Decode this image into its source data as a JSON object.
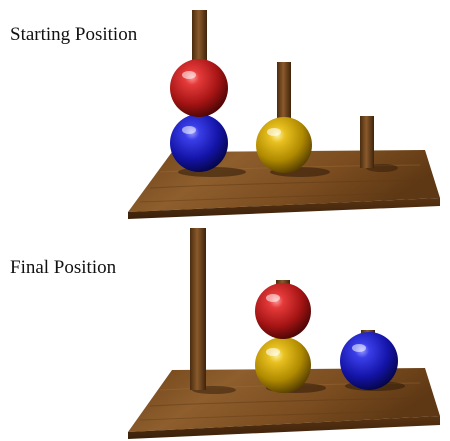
{
  "panels": {
    "start": {
      "label": "Starting Position"
    },
    "final": {
      "label": "Final Position"
    }
  },
  "colors": {
    "wood_light": "#8a5a2b",
    "wood_dark": "#4a2c0f",
    "red_ball": "#c41e1e",
    "blue_ball": "#1a1fc4",
    "yellow_ball": "#d4a800"
  },
  "puzzle": {
    "pegs": [
      "left",
      "middle",
      "right"
    ],
    "start_state": {
      "left": [
        "blue",
        "red"
      ],
      "middle": [
        "yellow"
      ],
      "right": []
    },
    "final_state": {
      "left": [],
      "middle": [
        "yellow",
        "red"
      ],
      "right": [
        "blue"
      ]
    }
  }
}
